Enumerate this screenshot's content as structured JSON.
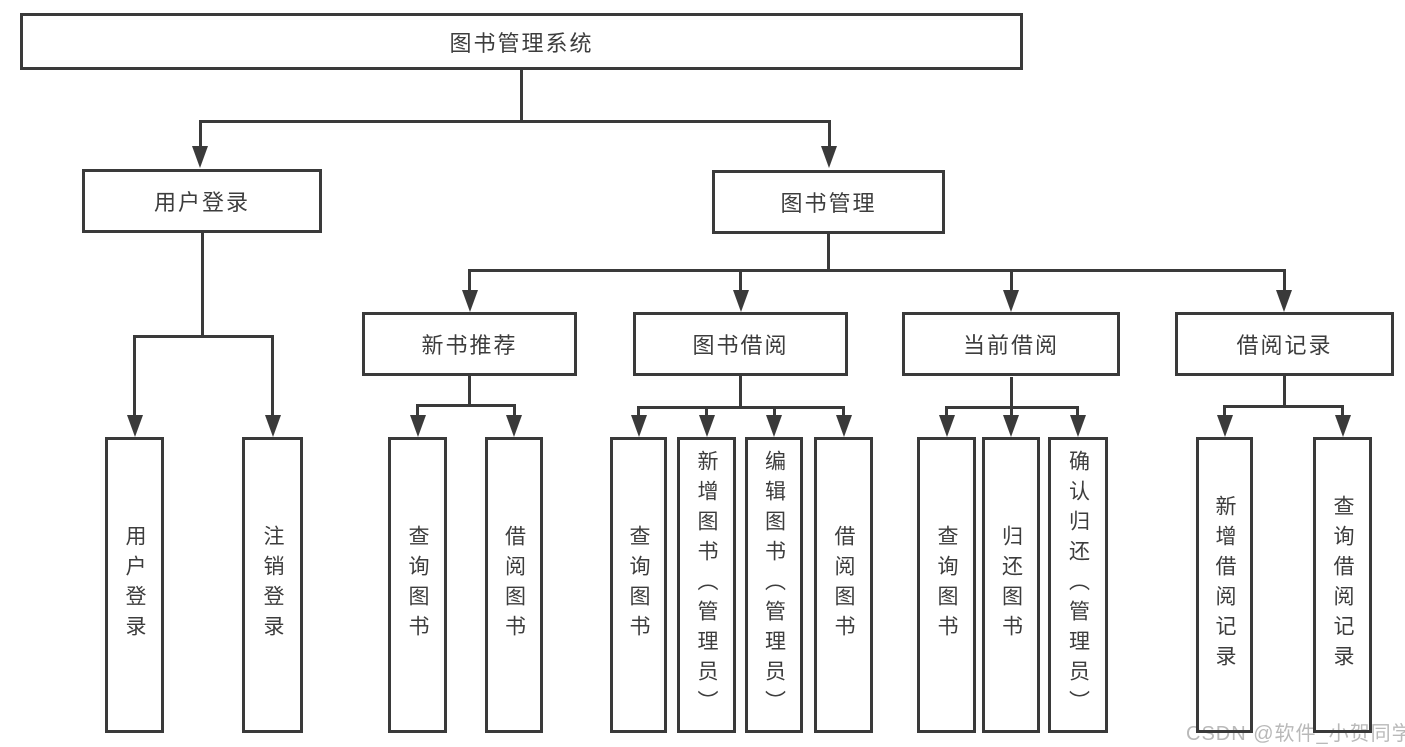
{
  "nodes": {
    "root": "图书管理系统",
    "level2": [
      "用户登录",
      "图书管理"
    ],
    "level3": [
      "新书推荐",
      "图书借阅",
      "当前借阅",
      "借阅记录"
    ],
    "leaves": {
      "user_login": [
        "用户登录",
        "注销登录"
      ],
      "new_book_recommend": [
        "查询图书",
        "借阅图书"
      ],
      "book_borrow": [
        "查询图书",
        "新增图书（管理员）",
        "编辑图书（管理员）",
        "借阅图书"
      ],
      "current_borrow": [
        "查询图书",
        "归还图书",
        "确认归还（管理员）"
      ],
      "borrow_records": [
        "新增借阅记录",
        "查询借阅记录"
      ]
    }
  },
  "watermark": "CSDN @软件_小贺同学",
  "colors": {
    "line": "#3a3a3a",
    "text": "#3d3d3d",
    "watermark": "#b9b9b9",
    "background": "#ffffff"
  }
}
